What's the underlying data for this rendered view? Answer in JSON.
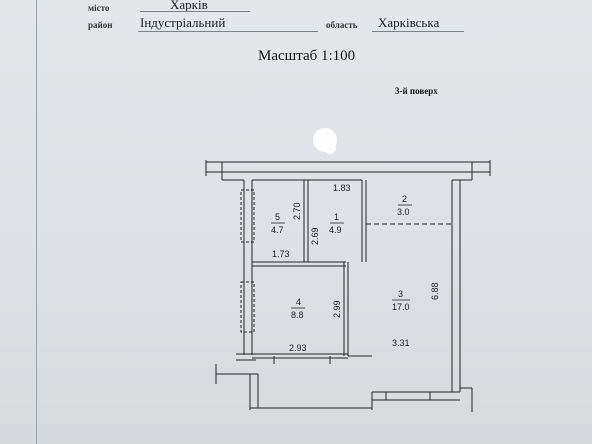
{
  "header": {
    "city_label": "місто",
    "city_value": "Харків",
    "district_label": "район",
    "district_value": "Індустріальний",
    "region_label": "область",
    "region_value": "Харківська"
  },
  "scale_text": "Масштаб 1:100",
  "floor_text": "3-й поверх",
  "rooms": [
    {
      "number": "1",
      "area": "4.9"
    },
    {
      "number": "2",
      "area": "3.0"
    },
    {
      "number": "3",
      "area": "17.0"
    },
    {
      "number": "4",
      "area": "8.8"
    },
    {
      "number": "5",
      "area": "4.7"
    }
  ],
  "dimensions": {
    "d_1_83": "1.83",
    "d_2_70": "2.70",
    "d_2_69": "2.69",
    "d_1_73": "1.73",
    "d_2_99": "2.99",
    "d_6_88": "6.88",
    "d_3_31": "3.31",
    "d_2_93": "2.93"
  }
}
